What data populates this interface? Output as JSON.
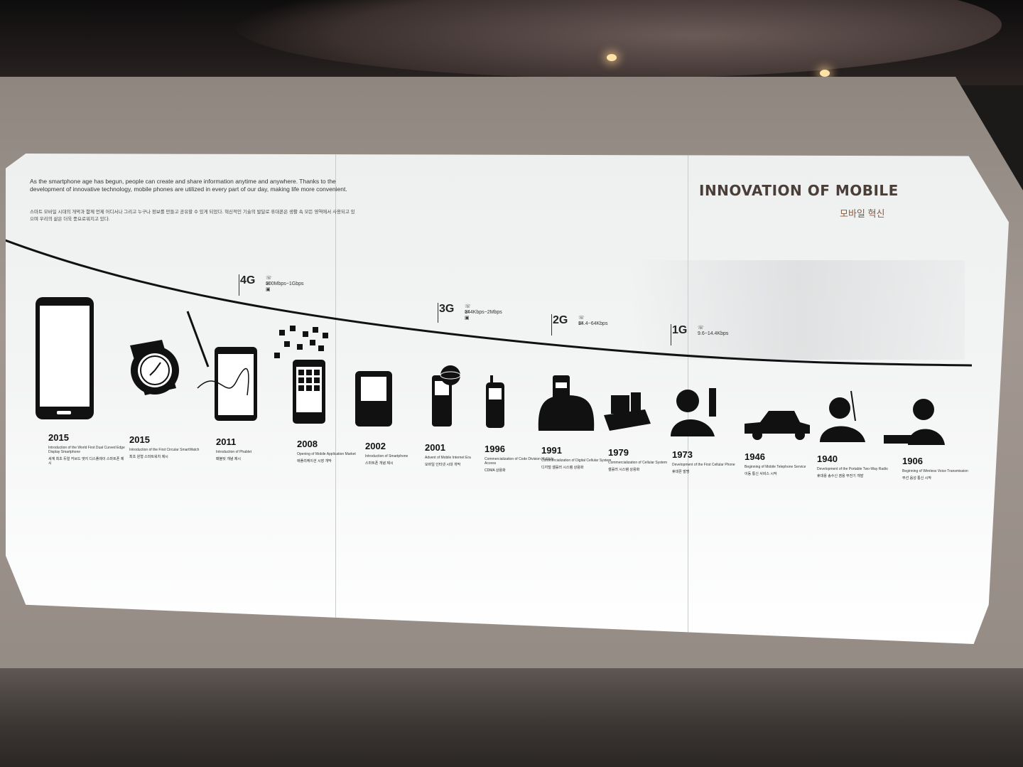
{
  "exhibit": {
    "title": "INNOVATION OF MOBILE",
    "subtitle": "모바일 혁신",
    "intro_en": "As the smartphone age has begun, people can create and share information anytime and anywhere. Thanks to the development of innovative technology, mobile phones are utilized in every part of our day, making life more convenient.",
    "intro_ko": "스마트 모바일 시대의 개막과 함께 언제 어디서나 그리고 누구나 정보를 만들고 공유할 수 있게 되었다. 혁신적인 기술의 발달로 휴대폰은 생활 속 모든 영역에서 사용되고 있으며 우리의 삶은 더욱 풍요로워지고 있다."
  },
  "generations": [
    {
      "label": "4G",
      "speed": "100Mbps~1Gbps",
      "icons": "☏ ✉ ▣"
    },
    {
      "label": "3G",
      "speed": "144Kbps~2Mbps",
      "icons": "☏ ✉ ▣"
    },
    {
      "label": "2G",
      "speed": "14.4~64Kbps",
      "icons": "☏ ✉"
    },
    {
      "label": "1G",
      "speed": "9.6~14.4Kbps",
      "icons": "☏"
    }
  ],
  "items": [
    {
      "year": "2015",
      "desc": "Introduction of the World First Dual Curved Edge Display Smartphone",
      "ko": "세계 최초 듀얼 커브드 엣지 디스플레이 스마트폰 제시",
      "icon": "edge-smartphone-icon"
    },
    {
      "year": "2015",
      "desc": "Introduction of the First Circular SmartWatch",
      "ko": "최초 원형 스마트워치 제시",
      "icon": "smartwatch-icon"
    },
    {
      "year": "2011",
      "desc": "Introduction of Phablet",
      "ko": "패블릿 개념 제시",
      "icon": "phablet-pen-icon"
    },
    {
      "year": "2008",
      "desc": "Opening of Mobile Application Market",
      "ko": "애플리케이션 시장 개막",
      "icon": "app-market-icon"
    },
    {
      "year": "2002",
      "desc": "Introduction of Smartphone",
      "ko": "스마트폰 개념 제시",
      "icon": "pda-phone-icon"
    },
    {
      "year": "2001",
      "desc": "Advent of Mobile Internet Era",
      "ko": "모바일 인터넷 시대 개막",
      "icon": "flip-phone-globe-icon"
    },
    {
      "year": "1996",
      "desc": "Commercialization of Code Division Multiple Access",
      "ko": "CDMA 상용화",
      "icon": "bar-phone-icon"
    },
    {
      "year": "1991",
      "desc": "Commercialization of Digital Cellular System",
      "ko": "디지털 셀룰러 시스템 상용화",
      "icon": "hello-phone-icon"
    },
    {
      "year": "1979",
      "desc": "Commercialization of Cellular System",
      "ko": "셀룰러 시스템 상용화",
      "icon": "car-phone-icon"
    },
    {
      "year": "1973",
      "desc": "Development of the First Cellular Phone",
      "ko": "휴대폰 발명",
      "icon": "man-with-brick-phone-icon"
    },
    {
      "year": "1946",
      "desc": "Beginning of Mobile Telephone Service",
      "ko": "이동 통신 서비스 시작",
      "icon": "vintage-car-icon"
    },
    {
      "year": "1940",
      "desc": "Development of the Portable Two-Way Radio",
      "ko": "휴대용 송수신 겸용 무전기 개발",
      "icon": "soldier-radio-icon"
    },
    {
      "year": "1906",
      "desc": "Beginning of Wireless Voice Transmission",
      "ko": "무선 음성 통신 시작",
      "icon": "radio-operator-icon"
    }
  ]
}
